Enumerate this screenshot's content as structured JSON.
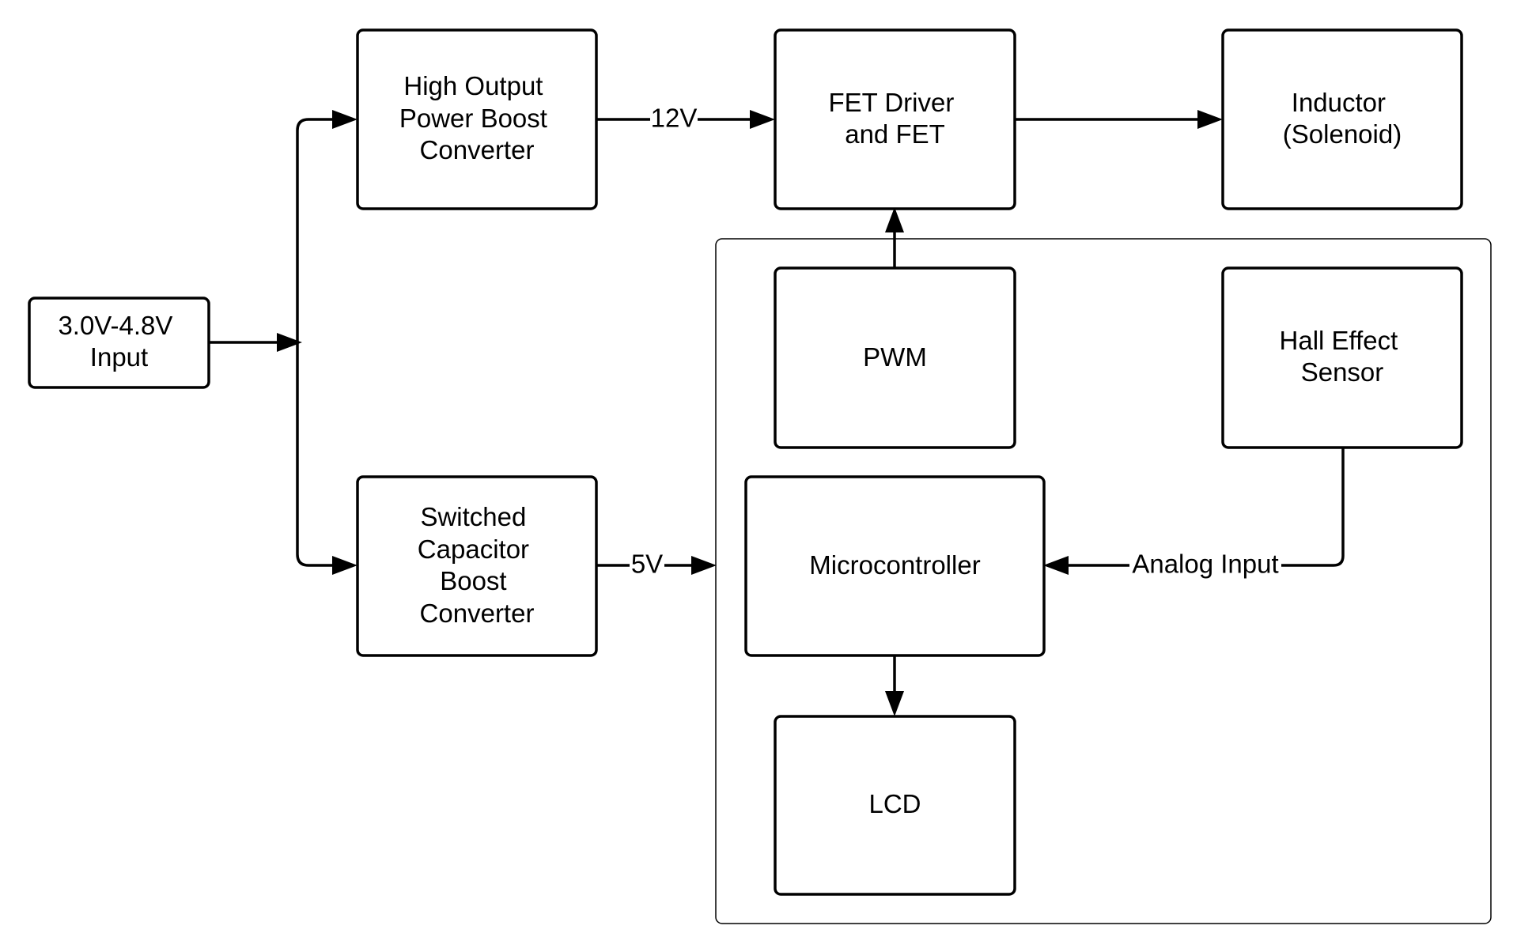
{
  "diagram": {
    "blocks": {
      "input": {
        "lines": [
          "3.0V-4.8V",
          "Input"
        ]
      },
      "high_output_boost": {
        "lines": [
          "High Output",
          "Power Boost",
          "Converter"
        ]
      },
      "switched_cap_boost": {
        "lines": [
          "Switched",
          "Capacitor",
          "Boost",
          "Converter"
        ]
      },
      "fet_driver": {
        "lines": [
          "FET Driver",
          "and FET"
        ]
      },
      "inductor": {
        "lines": [
          "Inductor",
          "(Solenoid)"
        ]
      },
      "pwm": {
        "lines": [
          "PWM"
        ]
      },
      "hall_sensor": {
        "lines": [
          "Hall Effect",
          "Sensor"
        ]
      },
      "microcontroller": {
        "lines": [
          "Microcontroller"
        ]
      },
      "lcd": {
        "lines": [
          "LCD"
        ]
      }
    },
    "edge_labels": {
      "boost_to_fet": "12V",
      "switched_to_group": "5V",
      "hall_to_micro": "Analog Input"
    },
    "colors": {
      "stroke": "#000000",
      "background": "#ffffff"
    }
  }
}
